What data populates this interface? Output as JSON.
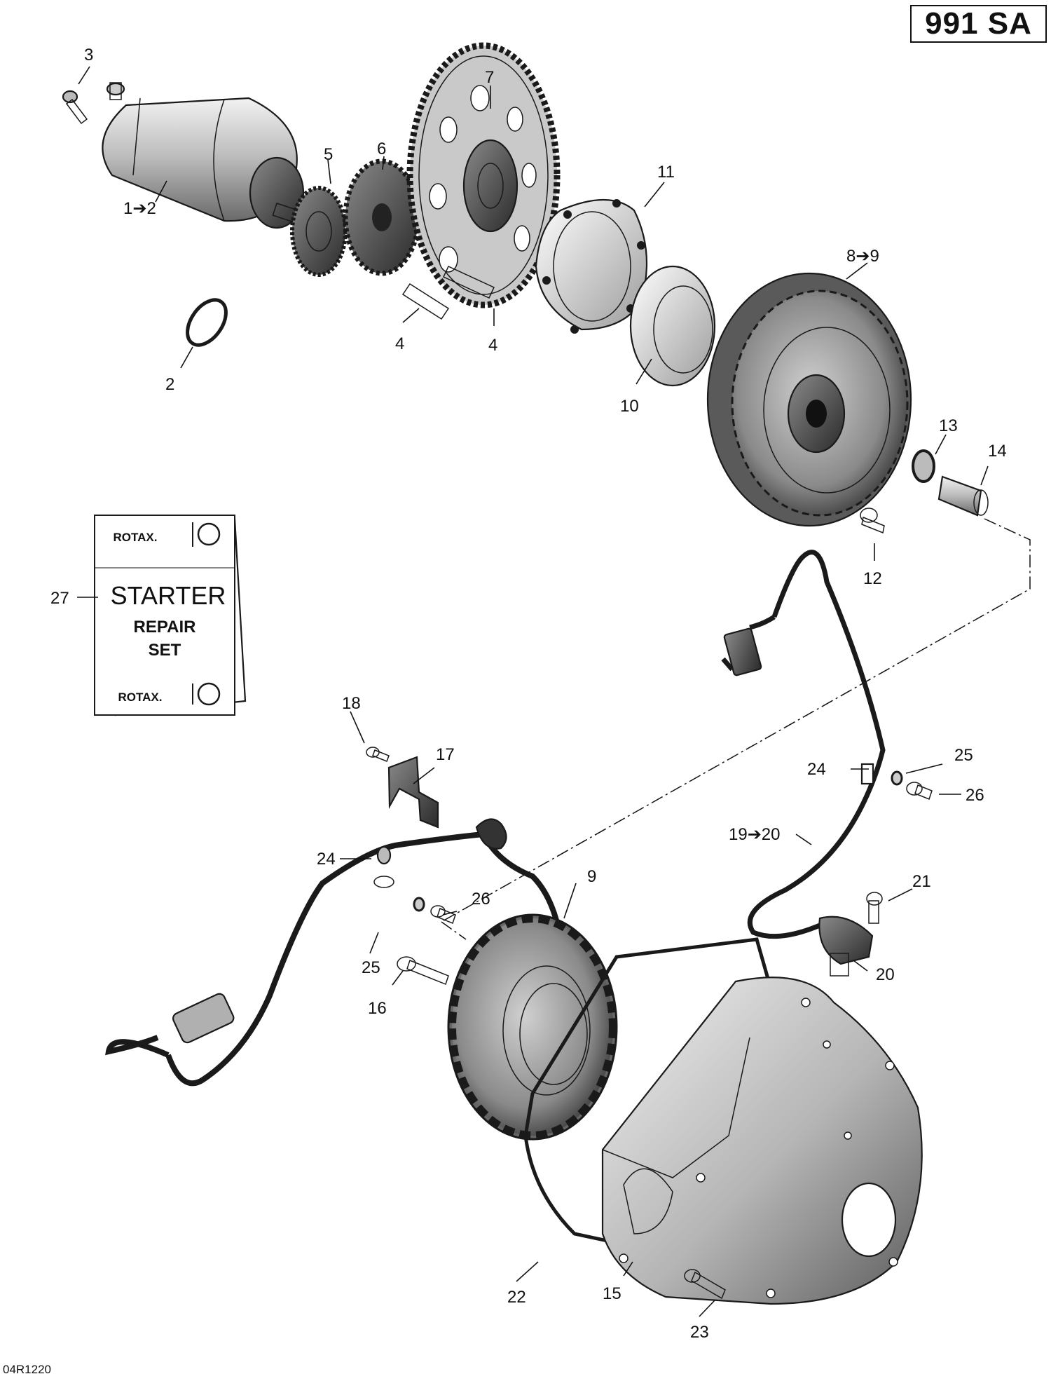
{
  "model_code": "991 SA",
  "drawing_ref": "04R1220",
  "repair_set": {
    "brand": "ROTAX.",
    "line1": "STARTER",
    "line2": "REPAIR",
    "line3": "SET"
  },
  "callouts": {
    "c1": "1➔2",
    "c2": "2",
    "c3": "3",
    "c4a": "4",
    "c4b": "4",
    "c5": "5",
    "c6": "6",
    "c7": "7",
    "c8": "8➔9",
    "c9": "9",
    "c10": "10",
    "c11": "11",
    "c12": "12",
    "c13": "13",
    "c14": "14",
    "c15": "15",
    "c16": "16",
    "c17": "17",
    "c18": "18",
    "c19": "19➔20",
    "c20": "20",
    "c21": "21",
    "c22": "22",
    "c23": "23",
    "c24a": "24",
    "c24b": "24",
    "c25a": "25",
    "c25b": "25",
    "c26a": "26",
    "c26b": "26",
    "c27": "27"
  },
  "colors": {
    "line": "#1a1a1a",
    "metal_light": "#d8d8d8",
    "metal_mid": "#9a9a9a",
    "metal_dark": "#4a4a4a"
  }
}
